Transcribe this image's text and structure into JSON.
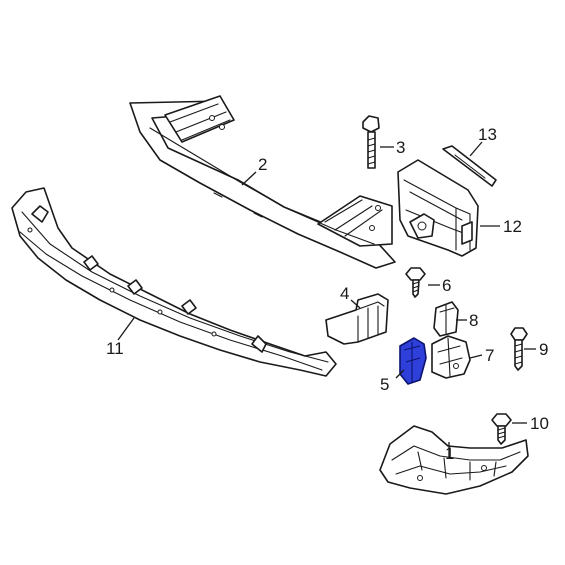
{
  "callouts": {
    "c1": "1",
    "c2": "2",
    "c3": "3",
    "c4": "4",
    "c5": "5",
    "c6": "6",
    "c7": "7",
    "c8": "8",
    "c9": "9",
    "c10": "10",
    "c11": "11",
    "c12": "12",
    "c13": "13"
  },
  "highlight": {
    "part": "5",
    "color": "#2f3fd9"
  },
  "colors": {
    "line": "#1a1a1a",
    "background": "#ffffff"
  }
}
